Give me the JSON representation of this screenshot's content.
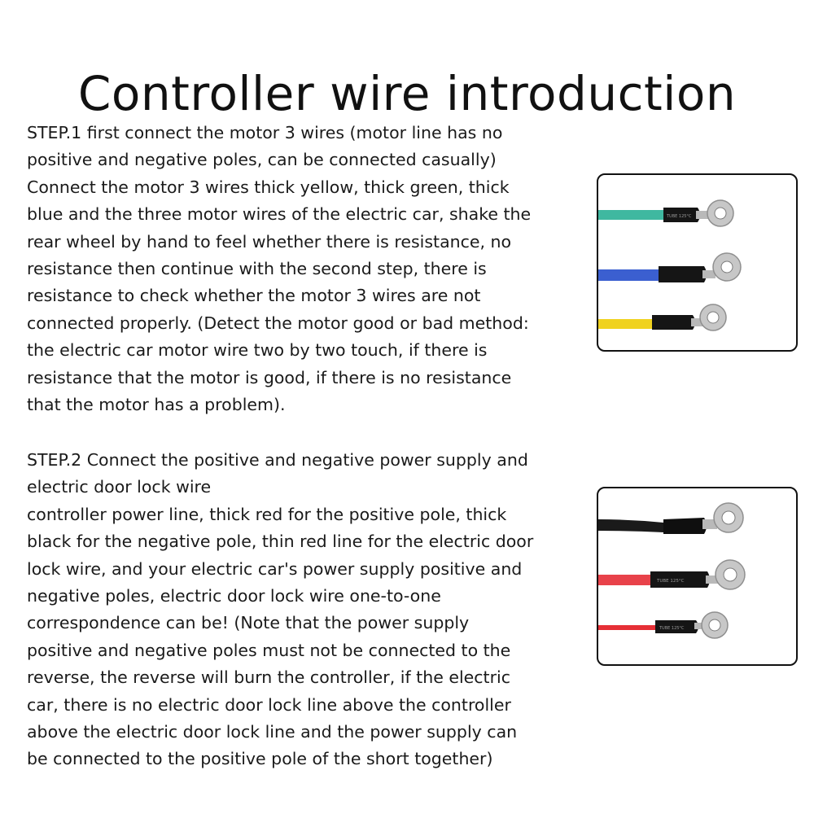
{
  "title": "Controller wire introduction",
  "step1": {
    "lines": [
      "STEP.1 first connect the motor 3 wires (motor line has no",
      "positive and negative poles, can be connected casually)",
      "Connect the motor 3 wires thick yellow, thick green, thick",
      "blue and the three motor wires of the electric car, shake the",
      "rear wheel by hand to feel whether there is resistance, no",
      "resistance then continue with the second step, there is",
      "resistance to check whether the motor 3 wires are not",
      "connected properly. (Detect the motor good or bad method:",
      "the electric car motor wire two by two touch, if there is",
      "resistance that the motor is good, if there is no resistance",
      "that the motor has a problem)."
    ]
  },
  "step2": {
    "lines": [
      "STEP.2 Connect the positive and negative power supply and",
      "electric door lock wire",
      "controller power line, thick red for the positive pole, thick",
      "black for the negative pole, thin red line for the electric door",
      "lock wire, and your electric car's power supply positive and",
      "negative poles, electric door lock wire one-to-one",
      "correspondence can be! (Note that the power supply",
      "positive and negative poles must not be connected to the",
      "reverse, the reverse will burn the controller, if the electric",
      "car, there is no electric door lock line above the controller",
      "above the electric door lock line and the power supply can",
      "be connected to the positive pole of the short together)"
    ]
  },
  "photo1": {
    "wires": [
      {
        "color": "green",
        "hex": "#3fb8a0"
      },
      {
        "color": "blue",
        "hex": "#3b5fd0"
      },
      {
        "color": "yellow",
        "hex": "#f0d21e"
      }
    ],
    "sleeve_text": "TUBE 125°C"
  },
  "photo2": {
    "wires": [
      {
        "color": "black",
        "hex": "#1a1a1a"
      },
      {
        "color": "red",
        "hex": "#e8424a"
      },
      {
        "color": "thin-red",
        "hex": "#e62f36"
      }
    ],
    "sleeve_text": "TUBE 125°C"
  }
}
